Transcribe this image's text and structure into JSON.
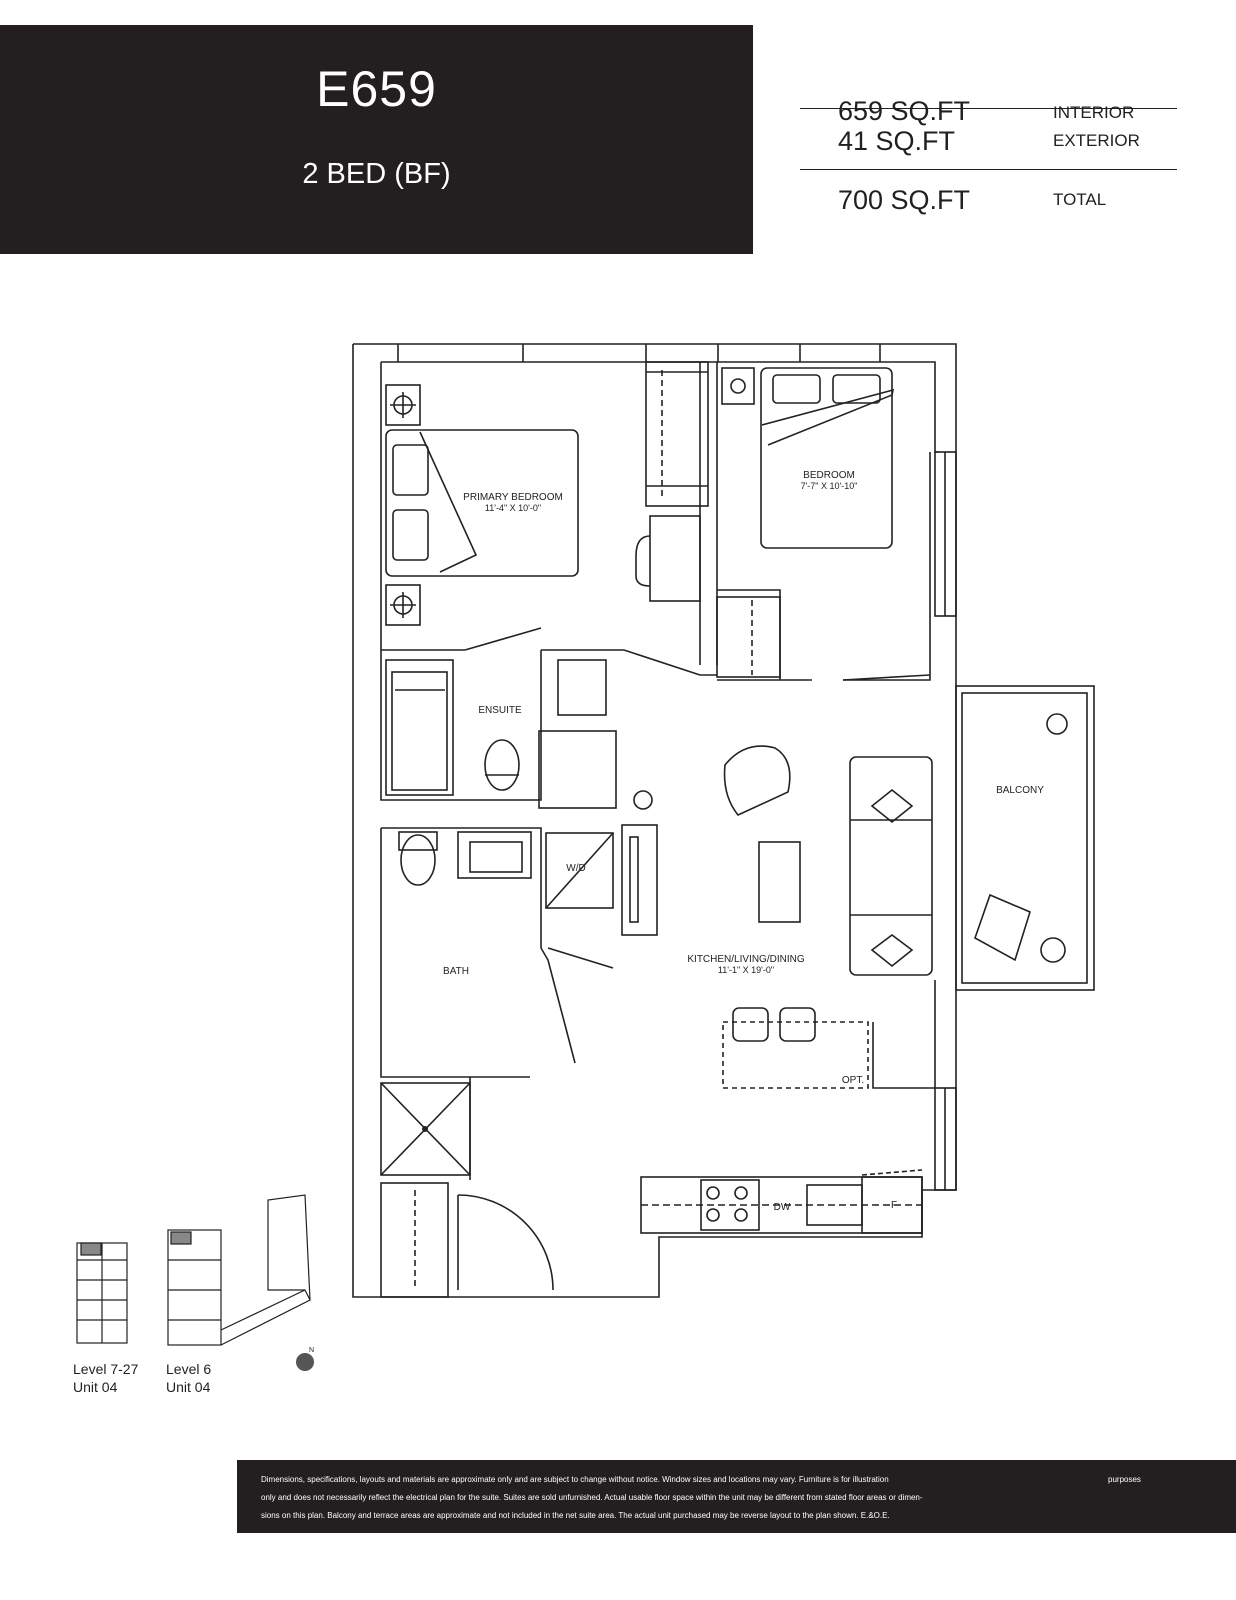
{
  "header": {
    "unit_name": "E659",
    "unit_type": "2 BED (BF)"
  },
  "areas": {
    "interior_value": "659 SQ.FT",
    "interior_label": "INTERIOR",
    "exterior_value": "41 SQ.FT",
    "exterior_label": "EXTERIOR",
    "total_value": "700 SQ.FT",
    "total_label": "TOTAL"
  },
  "rooms": {
    "primary_bedroom": {
      "name": "PRIMARY BEDROOM",
      "dims": "11'-4\" X 10'-0\""
    },
    "bedroom": {
      "name": "BEDROOM",
      "dims": "7'-7\" X 10'-10\""
    },
    "ensuite": {
      "name": "ENSUITE"
    },
    "balcony": {
      "name": "BALCONY"
    },
    "wd": {
      "name": "W/D"
    },
    "kitchen": {
      "name": "KITCHEN/LIVING/DINING",
      "dims": "11'-1\" X 19'-0\""
    },
    "bath": {
      "name": "BATH"
    },
    "opt": {
      "name": "OPT."
    },
    "dw": {
      "name": "DW"
    },
    "fridge": {
      "name": "F"
    }
  },
  "key_plans": {
    "plan1_level": "Level 7-27",
    "plan1_unit": "Unit 04",
    "plan2_level": "Level 6",
    "plan2_unit": "Unit 04",
    "north_marker": "N"
  },
  "disclaimer": {
    "line1": "Dimensions, specifications, layouts and materials are approximate only and are subject to change without notice. Window sizes and locations may vary. Furniture is for illustration",
    "line1_end": "purposes",
    "line2": "only and does not necessarily reflect the electrical plan for the suite. Suites are sold unfurnished. Actual usable floor space within the unit may be different from stated floor areas or dimen-",
    "line3": "sions on this plan. Balcony and terrace areas are approximate and not included in the net suite area. The actual unit purchased may be reverse layout to the plan shown. E.&O.E."
  }
}
